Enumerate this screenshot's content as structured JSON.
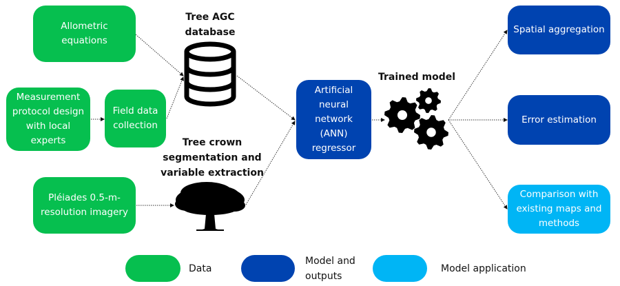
{
  "colors": {
    "data": "#06bf4f",
    "model_outputs": "#0043b0",
    "model_application": "#00b5f5"
  },
  "nodes": {
    "allometric": "Allometric equations",
    "measurement": "Measurement protocol design with local experts",
    "field": "Field data collection",
    "pleiades": "Pléiades 0.5-m-resolution imagery",
    "ann": "Artificial neural network (ANN) regressor",
    "spatial": "Spatial aggregation",
    "error": "Error estimation",
    "comparison": "Comparison with existing maps and methods"
  },
  "labels": {
    "database": "Tree AGC database",
    "tree_crown": "Tree crown segmentation and variable extraction",
    "trained_model": "Trained model"
  },
  "icons": {
    "database": "database-icon",
    "tree": "tree-icon",
    "gears": "gears-icon"
  },
  "edges": [
    {
      "from": "allometric",
      "to": "database"
    },
    {
      "from": "measurement",
      "to": "field"
    },
    {
      "from": "field",
      "to": "database"
    },
    {
      "from": "pleiades",
      "to": "tree"
    },
    {
      "from": "database",
      "to": "ann"
    },
    {
      "from": "tree",
      "to": "ann"
    },
    {
      "from": "ann",
      "to": "gears"
    },
    {
      "from": "gears",
      "to": "spatial"
    },
    {
      "from": "gears",
      "to": "error"
    },
    {
      "from": "gears",
      "to": "comparison"
    }
  ],
  "legend": [
    {
      "label": "Data",
      "category": "data"
    },
    {
      "label": "Model and outputs",
      "category": "model_outputs"
    },
    {
      "label": "Model application",
      "category": "model_application"
    }
  ]
}
